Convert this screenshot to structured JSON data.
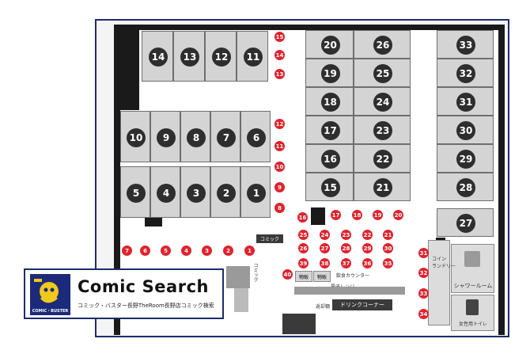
{
  "map": {
    "booths": [
      {
        "num": "14"
      },
      {
        "num": "13"
      },
      {
        "num": "12"
      },
      {
        "num": "11"
      },
      {
        "num": "10"
      },
      {
        "num": "9"
      },
      {
        "num": "8"
      },
      {
        "num": "7"
      },
      {
        "num": "6"
      },
      {
        "num": "5"
      },
      {
        "num": "4"
      },
      {
        "num": "3"
      },
      {
        "num": "2"
      },
      {
        "num": "1"
      },
      {
        "num": "20"
      },
      {
        "num": "19"
      },
      {
        "num": "18"
      },
      {
        "num": "17"
      },
      {
        "num": "16"
      },
      {
        "num": "15"
      },
      {
        "num": "26"
      },
      {
        "num": "25"
      },
      {
        "num": "24"
      },
      {
        "num": "23"
      },
      {
        "num": "22"
      },
      {
        "num": "21"
      },
      {
        "num": "33"
      },
      {
        "num": "32"
      },
      {
        "num": "31"
      },
      {
        "num": "30"
      },
      {
        "num": "29"
      },
      {
        "num": "28"
      },
      {
        "num": "27"
      }
    ],
    "seats": [
      "15",
      "14",
      "13",
      "12",
      "11",
      "10",
      "9",
      "8",
      "7",
      "6",
      "5",
      "4",
      "3",
      "2",
      "1",
      "16",
      "17",
      "18",
      "19",
      "20",
      "25",
      "24",
      "23",
      "22",
      "21",
      "26",
      "27",
      "28",
      "29",
      "30",
      "39",
      "38",
      "37",
      "36",
      "35",
      "40",
      "31",
      "32",
      "33",
      "34"
    ],
    "labels": {
      "comic": "コミック",
      "comic_vertical": "コミック",
      "coin_laundry": "コイン\nランドリー",
      "shower_room": "シャワールーム",
      "womens_toilet": "女性用トイレ",
      "goods1": "物販",
      "goods2": "物販",
      "drink_area": "飲食カウンター",
      "microwave": "電子レンジ",
      "return_shelf": "返却棚",
      "drink_corner": "ドリンクコーナー"
    }
  },
  "logo": {
    "brand_badge": "COMIC・BUSTER",
    "title": "Comic Search",
    "subtitle": "コミック・バスター長野TheRoom長野店コミック検索"
  },
  "colors": {
    "frame_border": "#1d2c6b",
    "seat": "#e0232e",
    "booth": "#d4d4d4",
    "wall": "#1a1a1a"
  }
}
